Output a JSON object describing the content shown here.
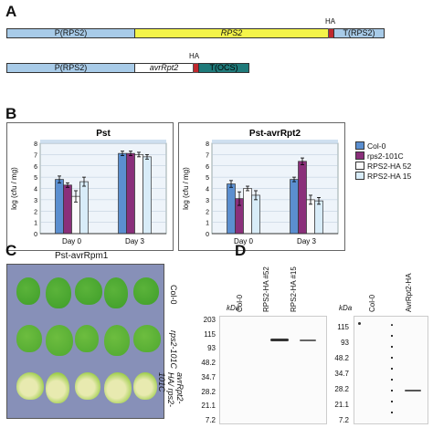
{
  "panels": {
    "a": "A",
    "b": "B",
    "c": "C",
    "d": "D"
  },
  "panel_a": {
    "construct1": {
      "promoter": "P(RPS2)",
      "gene": "RPS2",
      "terminator": "T(RPS2)",
      "tag": "HA"
    },
    "construct2": {
      "promoter": "P(RPS2)",
      "gene": "avrRpt2",
      "terminator": "T(OCS)",
      "tag": "HA"
    }
  },
  "chart_data": [
    {
      "type": "bar",
      "title": "Pst",
      "ylabel": "log (cfu / mg)",
      "ylim": [
        0,
        8
      ],
      "yticks": [
        "0",
        "1",
        "2",
        "3",
        "4",
        "5",
        "6",
        "7",
        "8"
      ],
      "categories": [
        "Day 0",
        "Day 3"
      ],
      "series": [
        {
          "name": "Col-0",
          "values": [
            4.8,
            7.1
          ],
          "err": [
            0.3,
            0.2
          ]
        },
        {
          "name": "rps2-101C",
          "values": [
            4.3,
            7.1
          ],
          "err": [
            0.2,
            0.2
          ]
        },
        {
          "name": "RPS2-HA 52",
          "values": [
            3.3,
            7.0
          ],
          "err": [
            0.5,
            0.2
          ]
        },
        {
          "name": "RPS2-HA 15",
          "values": [
            4.6,
            6.8
          ],
          "err": [
            0.4,
            0.2
          ]
        }
      ]
    },
    {
      "type": "bar",
      "title": "Pst-avrRpt2",
      "ylabel": "log (cfu / mg)",
      "ylim": [
        0,
        8
      ],
      "yticks": [
        "0",
        "1",
        "2",
        "3",
        "4",
        "5",
        "6",
        "7",
        "8"
      ],
      "categories": [
        "Day 0",
        "Day 3"
      ],
      "series": [
        {
          "name": "Col-0",
          "values": [
            4.4,
            4.8
          ],
          "err": [
            0.3,
            0.2
          ]
        },
        {
          "name": "rps2-101C",
          "values": [
            3.1,
            6.4
          ],
          "err": [
            0.6,
            0.3
          ]
        },
        {
          "name": "RPS2-HA 52",
          "values": [
            4.0,
            3.0
          ],
          "err": [
            0.2,
            0.4
          ]
        },
        {
          "name": "RPS2-HA 15",
          "values": [
            3.4,
            2.9
          ],
          "err": [
            0.4,
            0.3
          ]
        }
      ]
    }
  ],
  "legend": [
    {
      "name": "Col-0",
      "color": "#5b8fd0"
    },
    {
      "name": "rps2-101C",
      "color": "#8a2f7a"
    },
    {
      "name": "RPS2-HA 52",
      "color": "#fafafa"
    },
    {
      "name": "RPS2-HA 15",
      "color": "#d8ecf8"
    }
  ],
  "panel_c": {
    "title": "Pst-avrRpm1",
    "row_labels": [
      "Col-0",
      "rps2-101C",
      "avrRpt2-HA/ rps2-101C"
    ]
  },
  "panel_d": {
    "kda": "kDa",
    "blot1": {
      "markers": [
        "203",
        "115",
        "93",
        "48.2",
        "34.7",
        "28.2",
        "21.1",
        "7.2"
      ],
      "lanes": [
        "Col-0",
        "RPS2-HA #52",
        "RPS2-HA #15"
      ]
    },
    "blot2": {
      "markers": [
        "115",
        "93",
        "48.2",
        "34.7",
        "28.2",
        "21.1",
        "7.2"
      ],
      "lanes": [
        "Col-0",
        "AvrRpt2-HA"
      ]
    }
  }
}
